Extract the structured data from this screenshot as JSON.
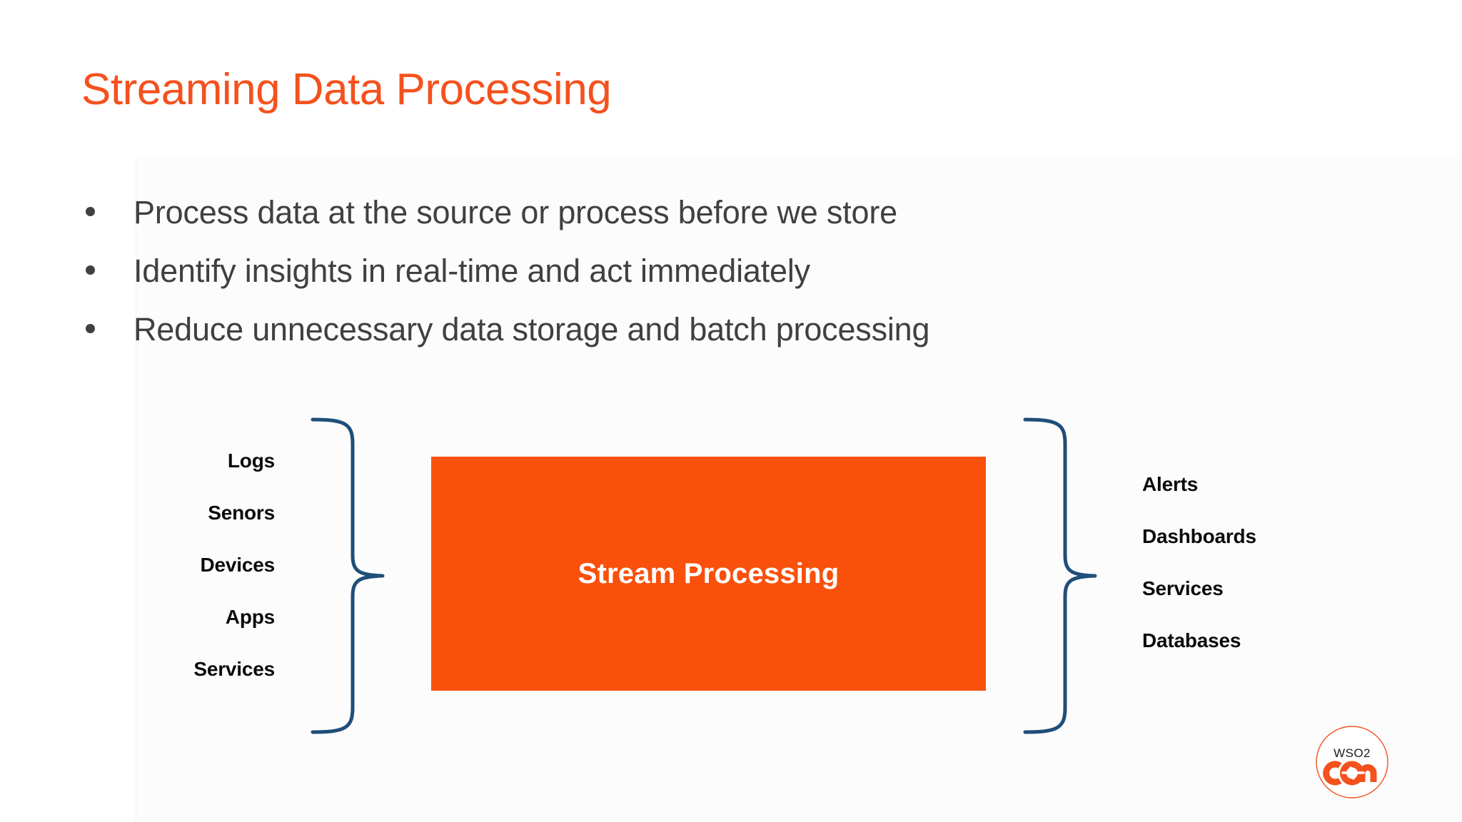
{
  "slide": {
    "title": "Streaming Data Processing",
    "title_color": "#f4511e",
    "background_color": "#ffffff",
    "bullet_text_color": "#404043"
  },
  "bullets": [
    {
      "text": "Process data at the source or process before we store"
    },
    {
      "text": "Identify insights in real-time and act immediately"
    },
    {
      "text": "Reduce unnecessary data storage and batch processing"
    }
  ],
  "diagram": {
    "accent_color": "#f9500b",
    "brace_color": "#1f4e79",
    "sources": [
      {
        "label": "Logs"
      },
      {
        "label": "Senors"
      },
      {
        "label": "Devices"
      },
      {
        "label": "Apps"
      },
      {
        "label": "Services"
      }
    ],
    "processor": {
      "label": "Stream Processing",
      "fill": "#f9500b",
      "text_color": "#ffffff"
    },
    "destinations": [
      {
        "label": "Alerts"
      },
      {
        "label": "Dashboards"
      },
      {
        "label": "Services"
      },
      {
        "label": "Databases"
      }
    ],
    "left_brace_icon": "curly-brace-icon",
    "right_brace_icon": "curly-brace-icon"
  },
  "logo": {
    "top_text": "WSO2",
    "bottom_text": "con",
    "ring_color": "#f4511e",
    "wordmark_color": "#1a1a1a",
    "mark_color": "#f4511e"
  }
}
